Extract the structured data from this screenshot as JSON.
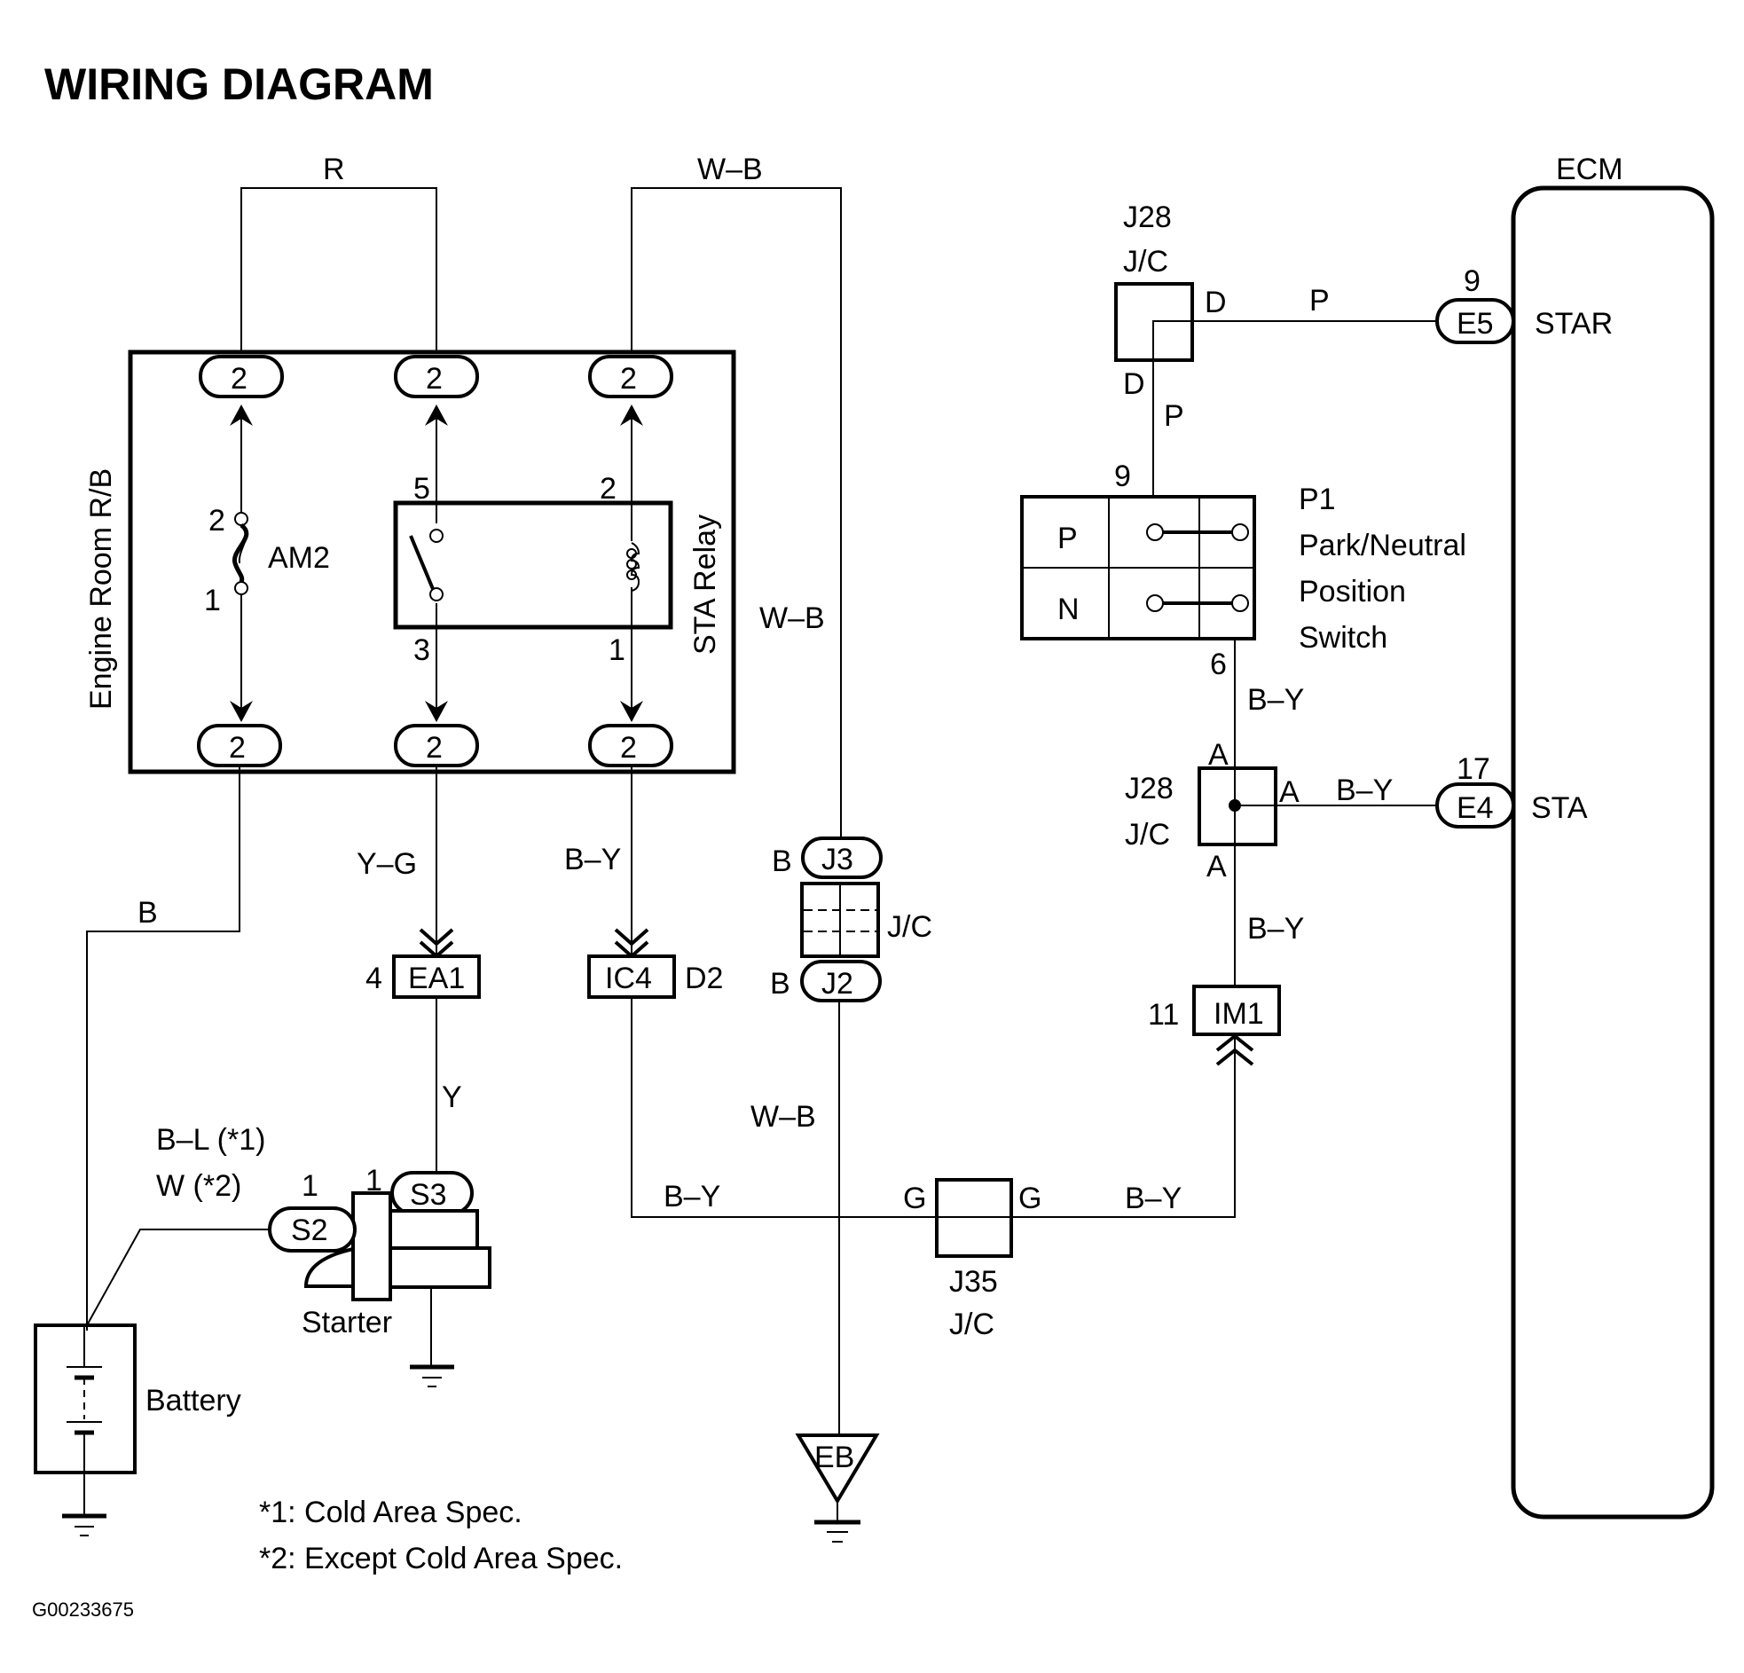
{
  "title": "WIRING DIAGRAM",
  "figure_id": "G00233675",
  "colors": {
    "line": "#000000",
    "background": "#ffffff"
  },
  "footnotes": [
    "*1: Cold Area Spec.",
    "*2: Except Cold Area Spec."
  ],
  "engine_room_rb": {
    "label": "Engine Room R/B",
    "top_connectors": [
      "2",
      "2",
      "2"
    ],
    "bottom_connectors": [
      "2",
      "2",
      "2"
    ],
    "fuse": {
      "name": "AM2",
      "pin_top": "2",
      "pin_bottom": "1"
    },
    "relay": {
      "name": "STA Relay",
      "pin_5": "5",
      "pin_3": "3",
      "pin_2": "2",
      "pin_1": "1"
    }
  },
  "wires": {
    "top_left": "R",
    "top_right": "W–B",
    "wb_vertical": "W–B",
    "battery_feed": "B",
    "relay_out": "Y–G",
    "coil_out": "B–Y",
    "ea1_to_starter": "Y",
    "starter_s2": [
      "B–L (*1)",
      "W (*2)"
    ],
    "j2_to_ground": "W–B",
    "ic4_to_j35": "B–Y",
    "j35_to_im1": "B–Y",
    "j28_to_p1": "P",
    "j28_to_e5": "P",
    "p1_to_j28": "B–Y",
    "j28_to_e4": "B–Y",
    "j28_to_im1": "B–Y"
  },
  "connectors": {
    "ea1": {
      "name": "EA1",
      "pin": "4"
    },
    "ic4": {
      "name": "IC4",
      "pin": "D2"
    },
    "j3": {
      "name": "J3",
      "pin": "B"
    },
    "j2": {
      "name": "J2",
      "pin": "B"
    },
    "jc_j3_j2": "J/C",
    "s3": {
      "name": "S3",
      "pin": "1"
    },
    "s2": {
      "name": "S2",
      "pin": "1"
    },
    "im1": {
      "name": "IM1",
      "pin": "11"
    },
    "j35": {
      "name": "J35",
      "sub": "J/C",
      "pin_left": "G",
      "pin_right": "G"
    },
    "j28_top": {
      "name": "J28",
      "sub": "J/C",
      "pin_right": "D",
      "pin_bottom": "D"
    },
    "j28_mid": {
      "name": "J28",
      "sub": "J/C",
      "pin_top": "A",
      "pin_right": "A",
      "pin_bottom": "A"
    },
    "e5": {
      "name": "E5",
      "pin": "9",
      "signal": "STAR"
    },
    "e4": {
      "name": "E4",
      "pin": "17",
      "signal": "STA"
    },
    "eb": {
      "name": "EB"
    }
  },
  "components": {
    "starter": "Starter",
    "battery": "Battery",
    "ecm": "ECM",
    "p1": {
      "id": "P1",
      "name_lines": [
        "Park/Neutral",
        "Position",
        "Switch"
      ],
      "pin_top": "9",
      "pin_bottom": "6",
      "rows": [
        "P",
        "N"
      ]
    }
  }
}
